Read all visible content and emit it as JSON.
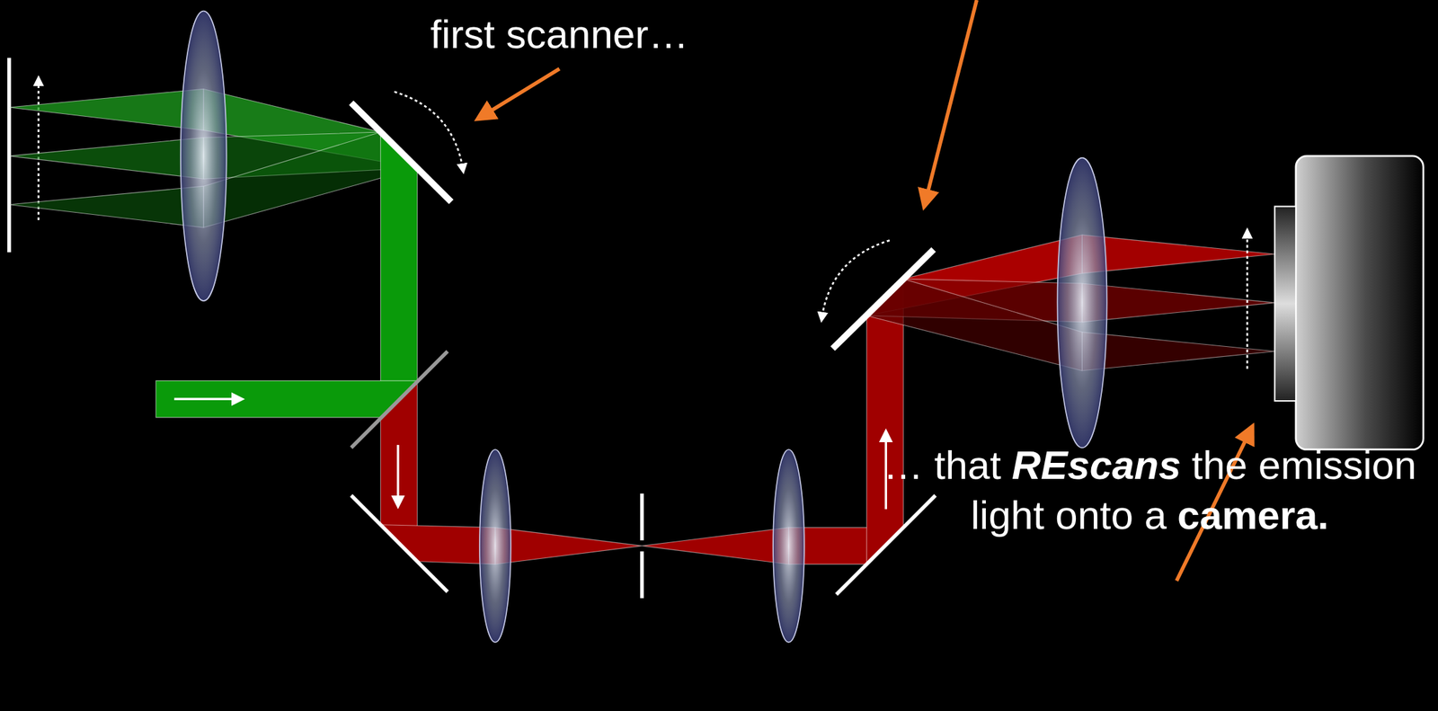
{
  "diagram": {
    "labels": [
      "first scanner…",
      "… that",
      "REscans",
      "the emission",
      "light onto a",
      "camera."
    ]
  }
}
